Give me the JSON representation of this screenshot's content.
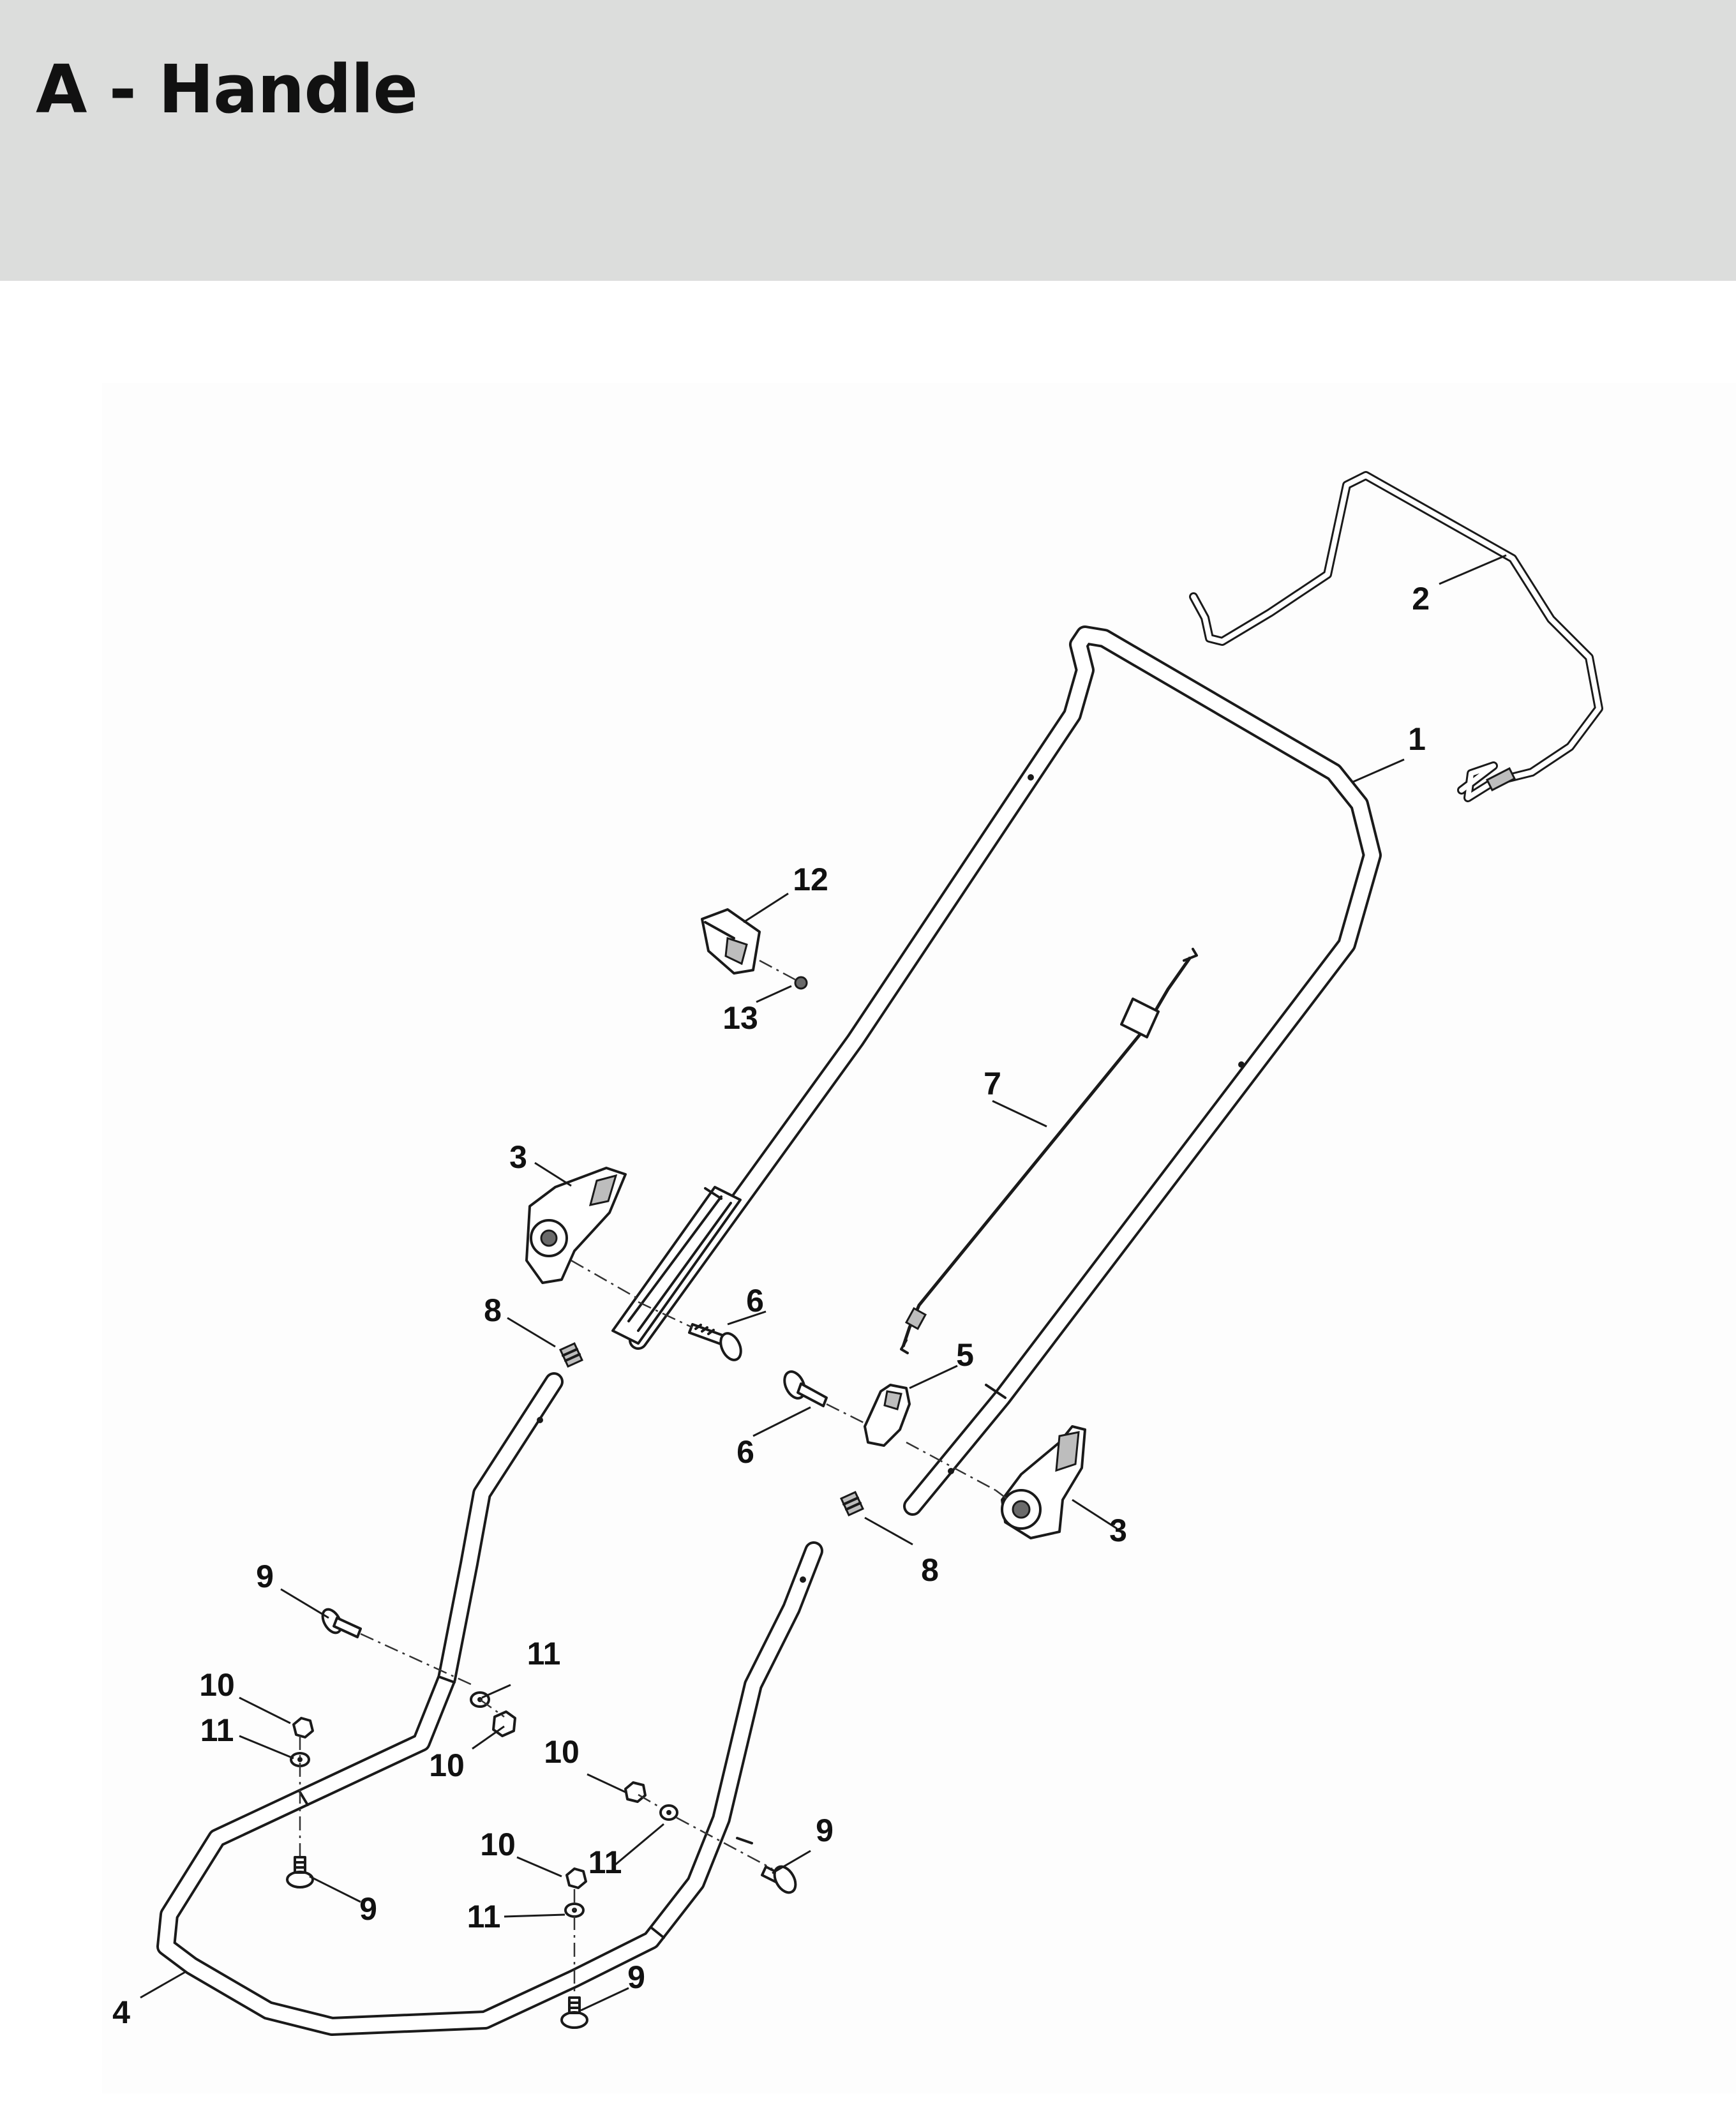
{
  "header": {
    "title": "A - Handle",
    "background": "#dcdddc"
  },
  "diagram": {
    "labels": {
      "item_1": "1",
      "item_2": "2",
      "item_3a": "3",
      "item_3b": "3",
      "item_4": "4",
      "item_5": "5",
      "item_6a": "6",
      "item_6b": "6",
      "item_7": "7",
      "item_8a": "8",
      "item_8b": "8",
      "item_9a": "9",
      "item_9b": "9",
      "item_9c": "9",
      "item_9d": "9",
      "item_10a": "10",
      "item_10b": "10",
      "item_10c": "10",
      "item_10d": "10",
      "item_11a": "11",
      "item_11b": "11",
      "item_11c": "11",
      "item_11d": "11",
      "item_12": "12",
      "item_13": "13"
    }
  }
}
